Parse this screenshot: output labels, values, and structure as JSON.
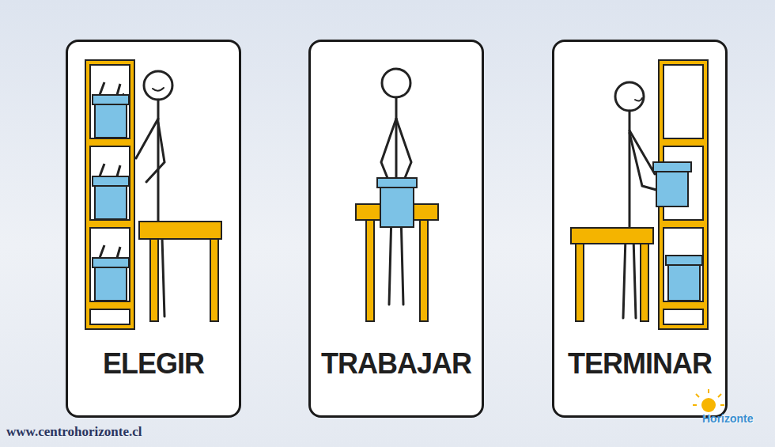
{
  "diagram": {
    "nodes": [
      {
        "text": [
          "ELEGIR"
        ]
      },
      {
        "text": [
          "TRABAJAR"
        ]
      },
      {
        "text": [
          "TERMINAR"
        ]
      }
    ],
    "labels": [
      "www.centrohorizonte.cl",
      "Horizonte"
    ]
  }
}
